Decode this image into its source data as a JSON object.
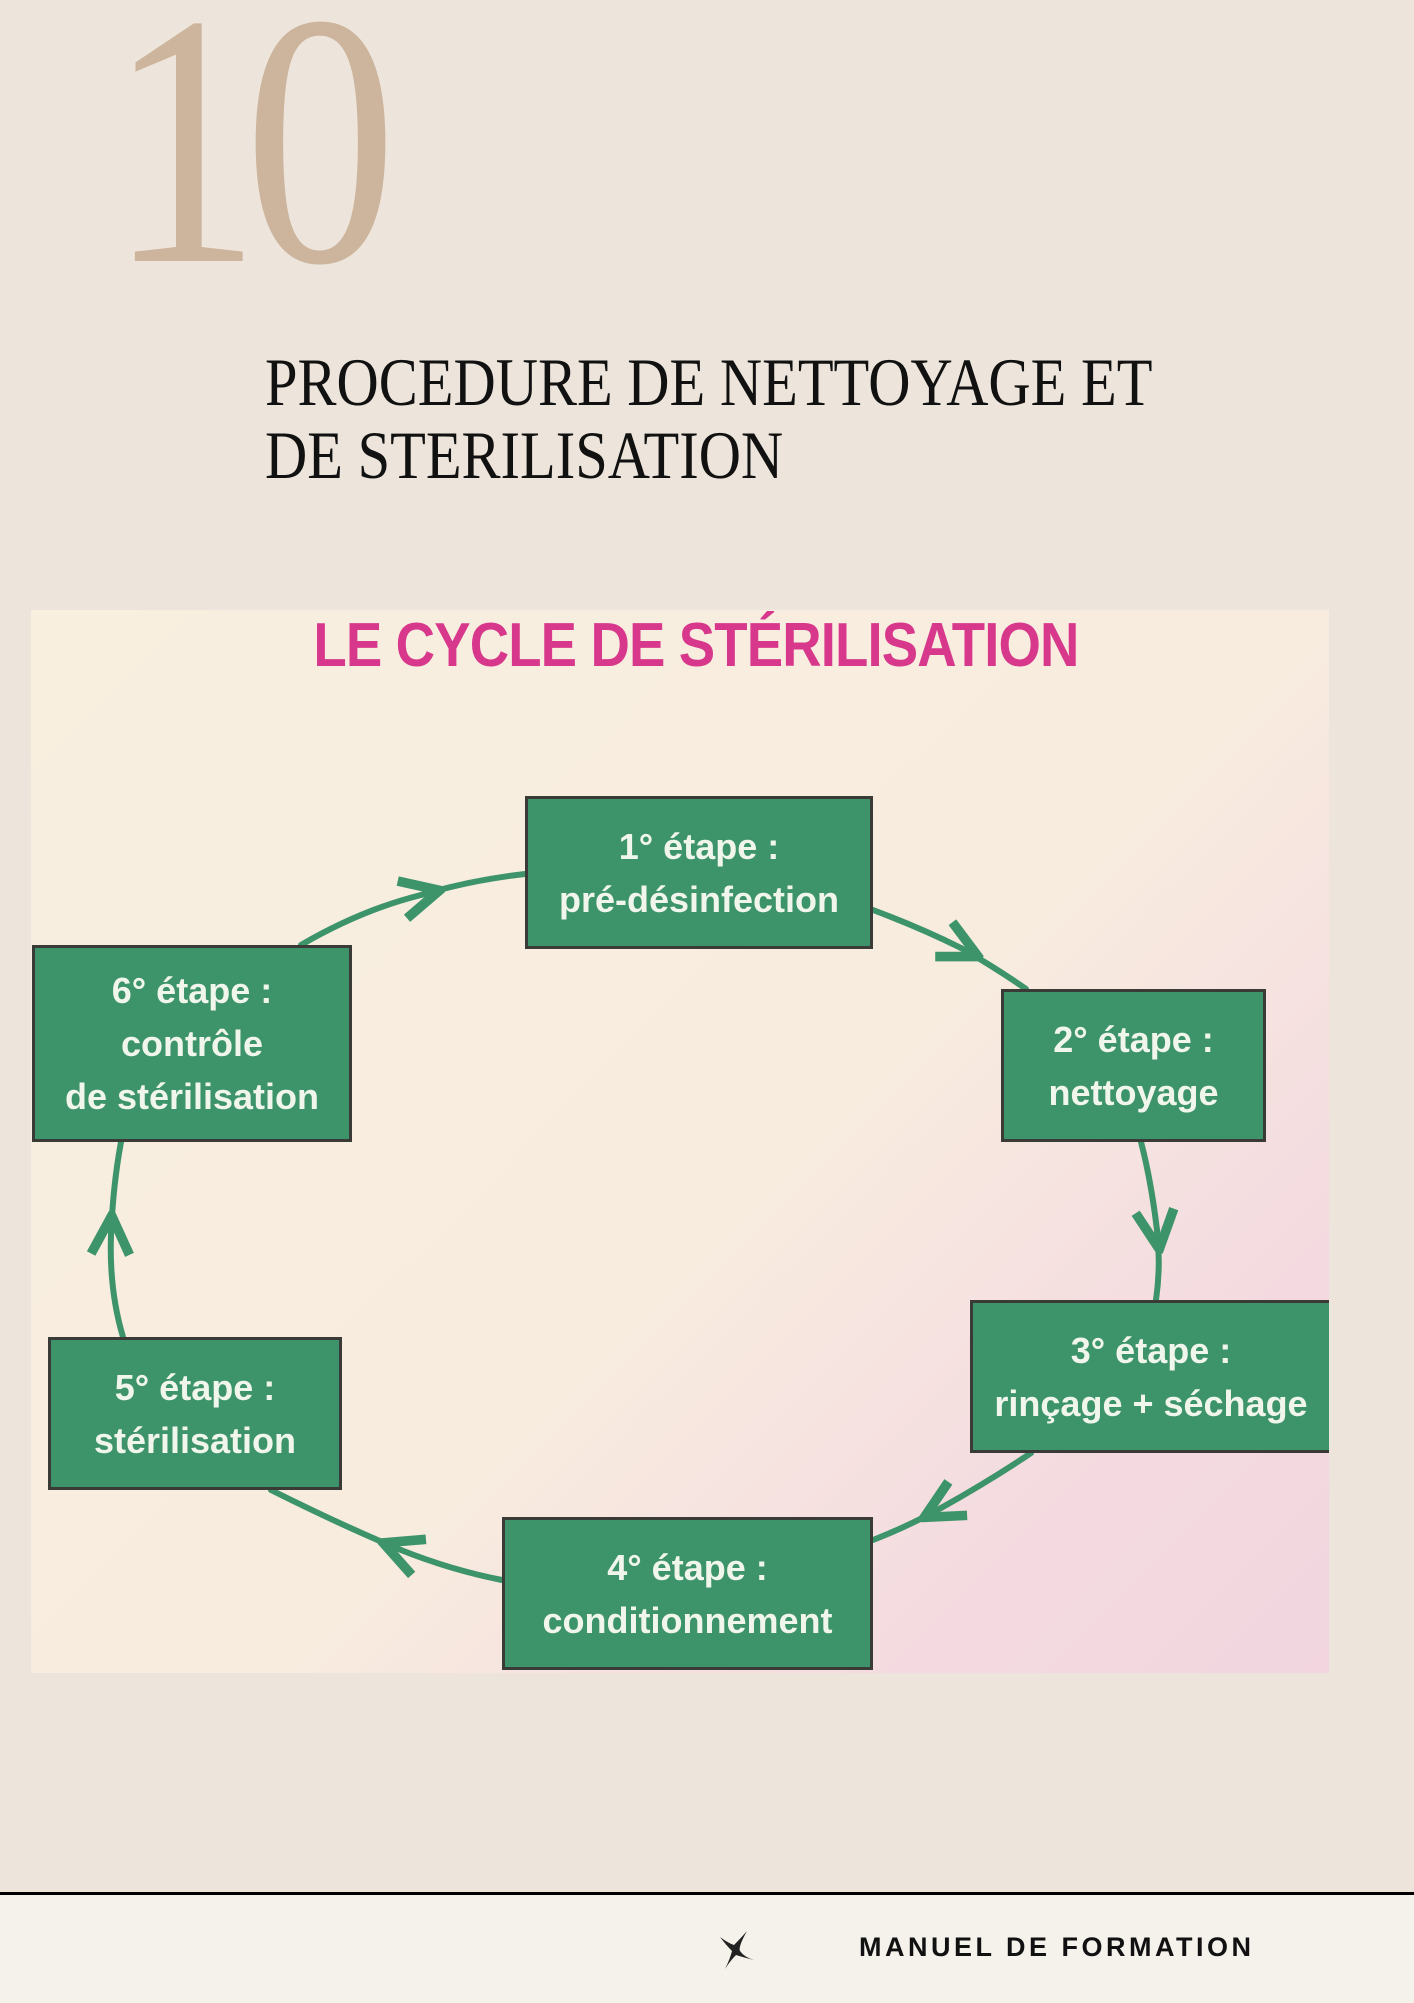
{
  "header": {
    "chapter_number": "10",
    "title_line1": "PROCEDURE DE NETTOYAGE ET",
    "title_line2": "DE STERILISATION"
  },
  "diagram": {
    "title": "LE CYCLE DE STÉRILISATION",
    "steps": [
      {
        "label": "1° étape :",
        "desc": "pré-désinfection"
      },
      {
        "label": "2° étape :",
        "desc": "nettoyage"
      },
      {
        "label": "3° étape :",
        "desc": "rinçage + séchage"
      },
      {
        "label": "4° étape :",
        "desc": "conditionnement"
      },
      {
        "label": "5° étape :",
        "desc": "stérilisation"
      },
      {
        "label": "6° étape :",
        "desc": "contrôle",
        "desc2": "de stérilisation"
      }
    ],
    "colors": {
      "box": "#3e946a",
      "title": "#d8388c",
      "arrow": "#3e946a"
    }
  },
  "footer": {
    "text": "MANUEL DE FORMATION",
    "icon": "sparkle-star-icon"
  }
}
